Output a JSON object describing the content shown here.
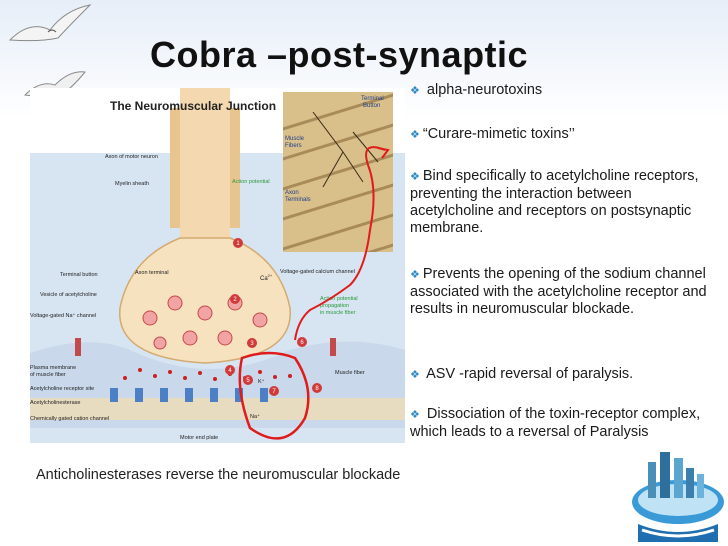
{
  "slide": {
    "title": "Cobra –post-synaptic",
    "bullets": [
      " alpha-neurotoxins",
      "“Curare-mimetic toxins’’",
      "Bind specifically to acetylcholine receptors, preventing the interaction between acetylcholine and receptors on postsynaptic membrane.",
      "Prevents the opening of the sodium channel associated with the acetylcholine receptor and results in neuromuscular blockade.",
      " ASV -rapid reversal of paralysis.",
      "  Dissociation of the toxin-receptor complex, which leads to a reversal of Paralysis"
    ],
    "footer": "Anticholinesterases reverse the neuromuscular blockade",
    "bullet_icon": "diamond-bullet-icon",
    "accent_color": "#2e89c7"
  },
  "diagram": {
    "title": "The Neuromuscular Junction",
    "labels": {
      "axon_motor_neuron": "Axon of motor neuron",
      "myelin_sheath": "Myelin sheath",
      "action_potential": "Action potential",
      "terminal_button": "Terminal button",
      "axon_terminal": "Axon terminal",
      "ca": "Ca",
      "ca_sup": "2+",
      "vg_calcium": "Voltage-gated calcium channel",
      "vesicle_ach": "Vesicle of acetylcholine",
      "vg_na": "Voltage-gated Na⁺ channel",
      "ap_propagation_1": "Action potential",
      "ap_propagation_2": "propagation",
      "ap_propagation_3": "in muscle fiber",
      "plasma_membrane_1": "Plasma membrane",
      "plasma_membrane_2": "of muscle fiber",
      "ach_receptor_site": "Acetylcholine receptor site",
      "acetylcholinesterase": "Acetylcholinesterase",
      "chem_gated": "Chemically gated cation channel",
      "muscle_fiber": "Muscle fiber",
      "motor_end_plate": "Motor end plate",
      "k": "K⁺",
      "na": "Na⁺"
    },
    "steps": [
      "1",
      "2",
      "3",
      "4",
      "5",
      "6",
      "7",
      "8"
    ],
    "inset": {
      "terminal_button_1": "Terminal",
      "terminal_button_2": "Button",
      "muscle_fibers_1": "Muscle",
      "muscle_fibers_2": "Fibers",
      "axon_terminals_1": "Axon",
      "axon_terminals_2": "Terminals"
    }
  }
}
